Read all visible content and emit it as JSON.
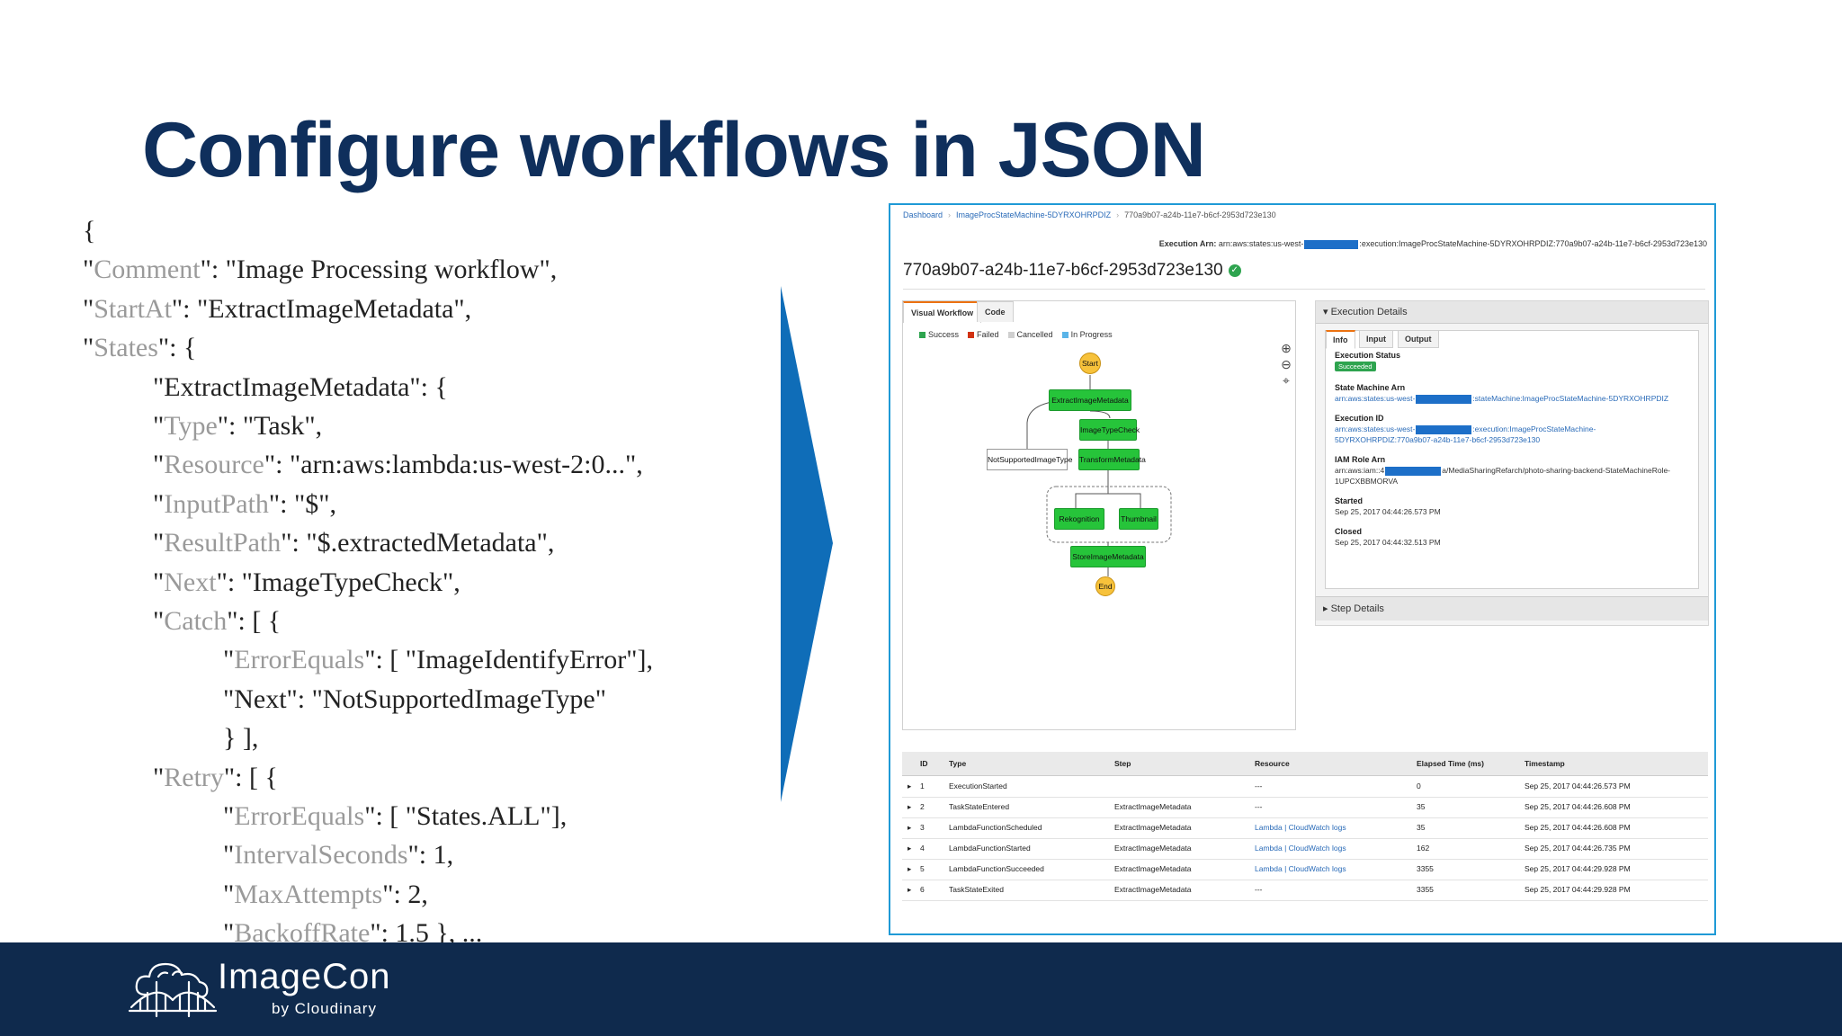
{
  "slide": {
    "title": "Configure workflows in JSON"
  },
  "code": [
    {
      "key": "",
      "text": "{"
    },
    {
      "key": "Comment",
      "text": ": \"Image Processing workflow\","
    },
    {
      "key": "StartAt",
      "text": ": \"ExtractImageMetadata\","
    },
    {
      "key": "States",
      "text": ": {"
    },
    {
      "key": "",
      "text": "\"ExtractImageMetadata\": {"
    },
    {
      "key": "Type",
      "text": ": \"Task\","
    },
    {
      "key": "Resource",
      "text": ": \"arn:aws:lambda:us-west-2:0...\","
    },
    {
      "key": "InputPath",
      "text": ": \"$\","
    },
    {
      "key": "ResultPath",
      "text": ": \"$.extractedMetadata\","
    },
    {
      "key": "Next",
      "text": ": \"ImageTypeCheck\","
    },
    {
      "key": "Catch",
      "text": ": [ {"
    },
    {
      "key": "ErrorEquals",
      "text": ": [ \"ImageIdentifyError\"],"
    },
    {
      "key": "",
      "text": "\"Next\": \"NotSupportedImageType\""
    },
    {
      "key": "",
      "text": "} ],"
    },
    {
      "key": "Retry",
      "text": ": [ {"
    },
    {
      "key": "ErrorEquals",
      "text": ": [ \"States.ALL\"],"
    },
    {
      "key": "IntervalSeconds",
      "text": ": 1,"
    },
    {
      "key": "MaxAttempts",
      "text": ": 2,"
    },
    {
      "key": "BackoffRate",
      "text": ": 1.5 }, ..."
    }
  ],
  "console": {
    "breadcrumbs": [
      "Dashboard",
      "ImageProcStateMachine-5DYRXOHRPDIZ",
      "770a9b07-a24b-11e7-b6cf-2953d723e130"
    ],
    "execution_arn_label": "Execution Arn:",
    "execution_arn_prefix": "arn:aws:states:us-west-",
    "execution_arn_suffix": ":execution:ImageProcStateMachine-5DYRXOHRPDIZ:770a9b07-a24b-11e7-b6cf-2953d723e130",
    "execution_name": "770a9b07-a24b-11e7-b6cf-2953d723e130",
    "status_icon": "check-circle-icon",
    "workflow_tabs": [
      "Visual Workflow",
      "Code"
    ],
    "legend": [
      {
        "label": "Success",
        "color": "#2ea44f"
      },
      {
        "label": "Failed",
        "color": "#d13212"
      },
      {
        "label": "Cancelled",
        "color": "#cfcfcf"
      },
      {
        "label": "In Progress",
        "color": "#5ab4e8"
      }
    ],
    "zoom_icons": [
      "zoom-in-icon",
      "zoom-out-icon",
      "center-icon"
    ],
    "nodes": {
      "start": "Start",
      "extract": "ExtractImageMetadata",
      "typecheck": "ImageTypeCheck",
      "notsupported": "NotSupportedImageType",
      "transform": "TransformMetadata",
      "rekognition": "Rekognition",
      "thumbnail": "Thumbnail",
      "store": "StoreImageMetadata",
      "end": "End"
    },
    "details": {
      "header": "Execution Details",
      "tabs": [
        "Info",
        "Input",
        "Output"
      ],
      "status_label": "Execution Status",
      "status_value": "Succeeded",
      "sm_arn_label": "State Machine Arn",
      "sm_arn_prefix": "arn:aws:states:us-west-",
      "sm_arn_suffix": ":stateMachine:ImageProcStateMachine-5DYRXOHRPDIZ",
      "exec_id_label": "Execution ID",
      "exec_id_prefix": "arn:aws:states:us-west-",
      "exec_id_suffix": ":execution:ImageProcStateMachine-",
      "exec_id_line2": "5DYRXOHRPDIZ:770a9b07-a24b-11e7-b6cf-2953d723e130",
      "iam_label": "IAM Role Arn",
      "iam_prefix": "arn:aws:iam::4",
      "iam_suffix": "a/MediaSharingRefarch/photo-sharing-backend-StateMachineRole-",
      "iam_line2": "1UPCXBBMORVA",
      "started_label": "Started",
      "started_value": "Sep 25, 2017 04:44:26.573 PM",
      "closed_label": "Closed",
      "closed_value": "Sep 25, 2017 04:44:32.513 PM",
      "step_details": "Step Details"
    },
    "table": {
      "headers": [
        "ID",
        "Type",
        "Step",
        "Resource",
        "Elapsed Time (ms)",
        "Timestamp"
      ],
      "rows": [
        {
          "id": "1",
          "type": "ExecutionStarted",
          "step": "",
          "resource": "---",
          "elapsed": "0",
          "timestamp": "Sep 25, 2017 04:44:26.573 PM"
        },
        {
          "id": "2",
          "type": "TaskStateEntered",
          "step": "ExtractImageMetadata",
          "resource": "---",
          "elapsed": "35",
          "timestamp": "Sep 25, 2017 04:44:26.608 PM"
        },
        {
          "id": "3",
          "type": "LambdaFunctionScheduled",
          "step": "ExtractImageMetadata",
          "resource": "Lambda | CloudWatch logs",
          "elapsed": "35",
          "timestamp": "Sep 25, 2017 04:44:26.608 PM"
        },
        {
          "id": "4",
          "type": "LambdaFunctionStarted",
          "step": "ExtractImageMetadata",
          "resource": "Lambda | CloudWatch logs",
          "elapsed": "162",
          "timestamp": "Sep 25, 2017 04:44:26.735 PM"
        },
        {
          "id": "5",
          "type": "LambdaFunctionSucceeded",
          "step": "ExtractImageMetadata",
          "resource": "Lambda | CloudWatch logs",
          "elapsed": "3355",
          "timestamp": "Sep 25, 2017 04:44:29.928 PM"
        },
        {
          "id": "6",
          "type": "TaskStateExited",
          "step": "ExtractImageMetadata",
          "resource": "---",
          "elapsed": "3355",
          "timestamp": "Sep 25, 2017 04:44:29.928 PM"
        }
      ]
    }
  },
  "footer": {
    "logo_main": "ImageCon",
    "logo_sub": "by Cloudinary",
    "logo_icon": "cloud-bridge-logo-icon"
  },
  "colors": {
    "title": "#0f2f5c",
    "arrow": "#0f6db8",
    "footer": "#0f2a4d",
    "console_border": "#1f9ad6",
    "node_success": "#26c43a",
    "node_terminal": "#f7c23b"
  }
}
